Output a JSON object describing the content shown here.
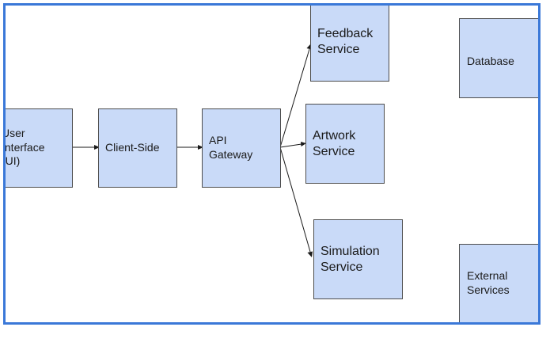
{
  "diagram": {
    "nodes": {
      "ui": {
        "label": "User\nInterface\n(UI)"
      },
      "client": {
        "label": "Client-Side"
      },
      "gateway": {
        "label": "API\nGateway"
      },
      "feedback": {
        "label": "Feedback\nService"
      },
      "artwork": {
        "label": "Artwork\nService"
      },
      "simulation": {
        "label": "Simulation\nService"
      },
      "database": {
        "label": "Database"
      },
      "external": {
        "label": "External\nServices"
      }
    },
    "edges": [
      {
        "from": "ui",
        "to": "client"
      },
      {
        "from": "client",
        "to": "gateway"
      },
      {
        "from": "gateway",
        "to": "feedback"
      },
      {
        "from": "gateway",
        "to": "artwork"
      },
      {
        "from": "gateway",
        "to": "simulation"
      }
    ],
    "colors": {
      "frame": "#3a78d8",
      "node_fill": "#c9daf8",
      "node_border": "#4d4d4d",
      "arrow": "#1a1a1a"
    }
  }
}
